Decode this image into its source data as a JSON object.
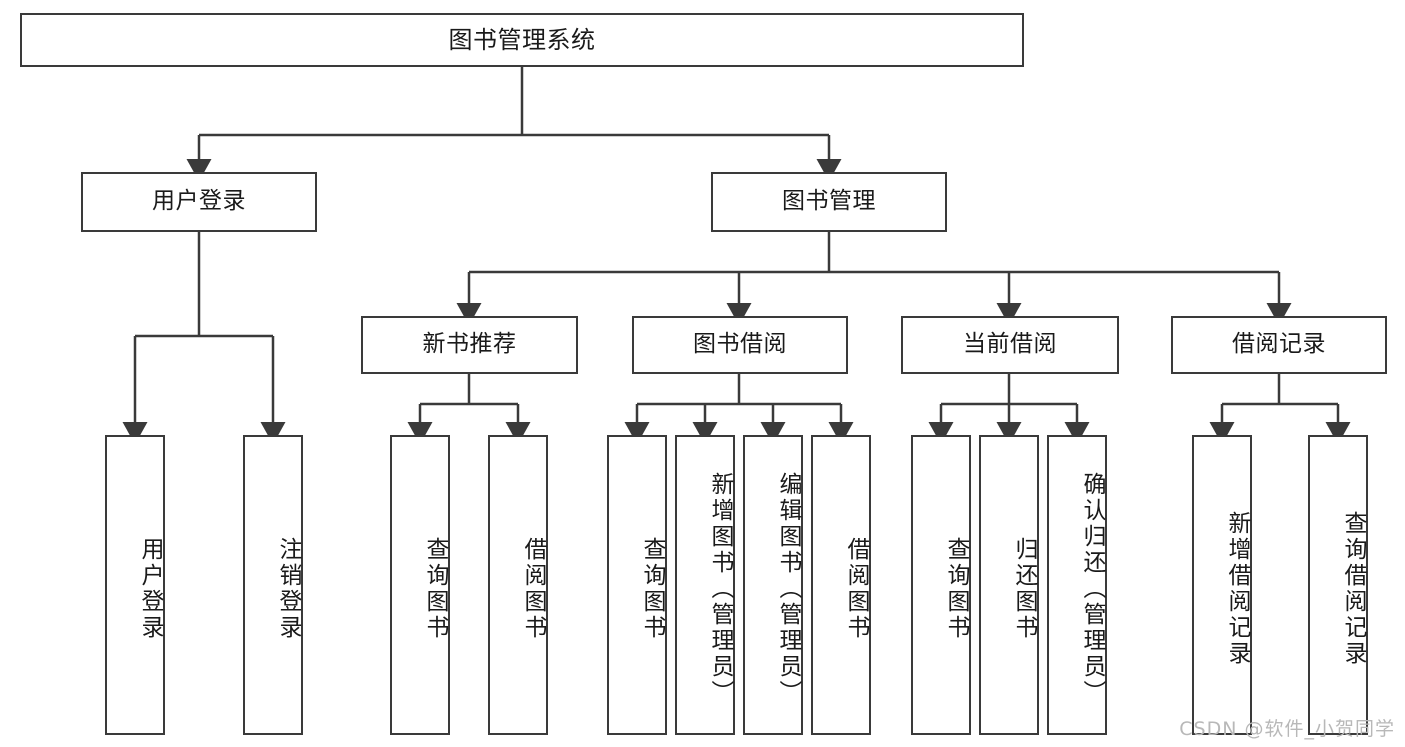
{
  "diagram": {
    "type": "tree-hierarchy-flowchart",
    "title_node": {
      "label": "图书管理系统"
    },
    "level2": [
      {
        "id": "user-login",
        "label": "用户登录"
      },
      {
        "id": "book-management",
        "label": "图书管理"
      }
    ],
    "level3": [
      {
        "id": "new-book-recommend",
        "label": "新书推荐",
        "parent": "book-management"
      },
      {
        "id": "book-borrow",
        "label": "图书借阅",
        "parent": "book-management"
      },
      {
        "id": "current-borrow",
        "label": "当前借阅",
        "parent": "book-management"
      },
      {
        "id": "borrow-record",
        "label": "借阅记录",
        "parent": "book-management"
      }
    ],
    "leaves": [
      {
        "id": "leaf-user-login",
        "label": "用户登录",
        "parent": "user-login"
      },
      {
        "id": "leaf-logout-login",
        "label": "注销登录",
        "parent": "user-login"
      },
      {
        "id": "leaf-query-book-1",
        "label": "查询图书",
        "parent": "new-book-recommend"
      },
      {
        "id": "leaf-borrow-book-1",
        "label": "借阅图书",
        "parent": "new-book-recommend"
      },
      {
        "id": "leaf-query-book-2",
        "label": "查询图书",
        "parent": "book-borrow"
      },
      {
        "id": "leaf-add-book",
        "label": "新增图书（管理员）",
        "parent": "book-borrow"
      },
      {
        "id": "leaf-edit-book",
        "label": "编辑图书（管理员）",
        "parent": "book-borrow"
      },
      {
        "id": "leaf-borrow-book-2",
        "label": "借阅图书",
        "parent": "book-borrow"
      },
      {
        "id": "leaf-query-book-3",
        "label": "查询图书",
        "parent": "current-borrow"
      },
      {
        "id": "leaf-return-book",
        "label": "归还图书",
        "parent": "current-borrow"
      },
      {
        "id": "leaf-confirm-return",
        "label": "确认归还（管理员）",
        "parent": "current-borrow"
      },
      {
        "id": "leaf-add-record",
        "label": "新增借阅记录",
        "parent": "borrow-record"
      },
      {
        "id": "leaf-query-record",
        "label": "查询借阅记录",
        "parent": "borrow-record"
      }
    ],
    "colors": {
      "border": "#3a3a3a",
      "background": "#ffffff",
      "text": "#1a1a1a",
      "watermark": "#b8b8b8"
    }
  },
  "watermark": {
    "text": "CSDN @软件_小贺同学"
  }
}
